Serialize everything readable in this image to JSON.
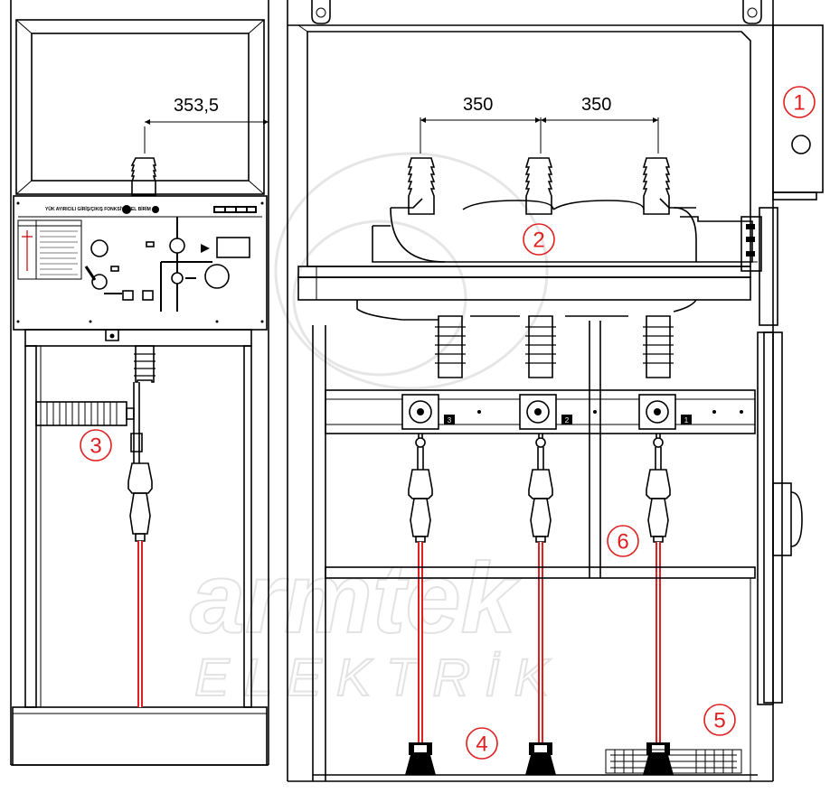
{
  "dimensions": {
    "left_width": "353,5",
    "phase_spacing_1": "350",
    "phase_spacing_2": "350"
  },
  "callouts": [
    "1",
    "2",
    "3",
    "4",
    "5",
    "6"
  ],
  "watermark": {
    "brand": "armtek",
    "sub": "E L E K T R İ K"
  },
  "panel": {
    "title": "YÜK AYIRICILI GİRİŞ/ÇIKIŞ FONKSİYONEL BİRİM"
  },
  "phase_tags": [
    "3",
    "2",
    "1"
  ],
  "colors": {
    "cable": "#e02020",
    "callout": "#e02020",
    "line": "#000000"
  }
}
